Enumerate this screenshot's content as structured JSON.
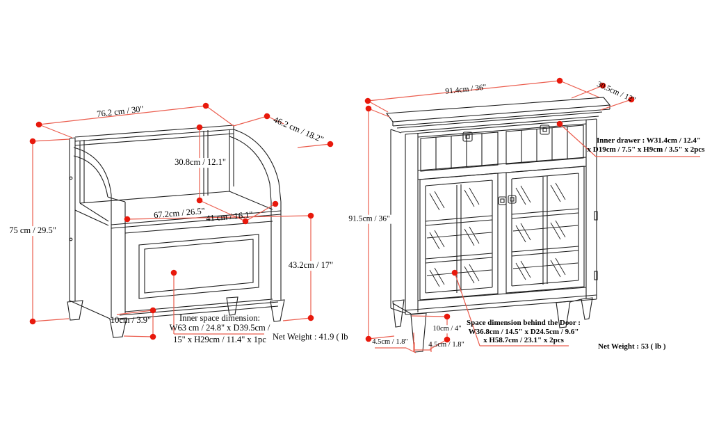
{
  "left_diagram": {
    "item": "storage bench dimension drawing",
    "dim_width": "76.2 cm / 30\"",
    "dim_depth": "46.2 cm / 18.2\"",
    "dim_back_height": "30.8cm / 12.1\"",
    "dim_height": "75 cm / 29.5\"",
    "dim_seat_width": "67.2cm / 26.5\"",
    "dim_seat_depth": "41 cm / 16.1\"",
    "dim_storage_height": "43.2cm / 17\"",
    "dim_foot_height": "10cm / 3.9\"",
    "inner_space_title": "Inner space dimension:",
    "inner_space_line2": "W63 cm / 24.8\" x D39.5cm /",
    "inner_space_line3": "15\" x H29cm / 11.4\" x 1pc",
    "net_weight": "Net Weight : 41.9 ( lb"
  },
  "right_diagram": {
    "item": "entryway cabinet dimension drawing",
    "dim_width": "91.4cm / 36\"",
    "dim_depth": "30.5cm / 12\"",
    "dim_height": "91.5cm / 36\"",
    "inner_drawer_line1": "Inner drawer : W31.4cm / 12.4\"",
    "inner_drawer_line2": "x D19cm / 7.5\" x H9cm / 3.5\" x 2pcs",
    "dim_foot_height": "10cm / 4\"",
    "dim_leg_bottom_left": "4.5cm / 1.8\"",
    "dim_leg_bottom_right": "4.5cm / 1.8\"",
    "space_line1": "Space dimension behind the Door :",
    "space_line2": "W36.8cm / 14.5\" x D24.5cm / 9.6\"",
    "space_line3": "x H58.7cm / 23.1\" x 2pcs",
    "net_weight": "Net Weight : 53 ( lb )"
  },
  "colors": {
    "dimension_line": "#eb5d4e",
    "dimension_dot": "#e8190c",
    "artwork_line": "#1e1e1e",
    "background": "#ffffff"
  }
}
